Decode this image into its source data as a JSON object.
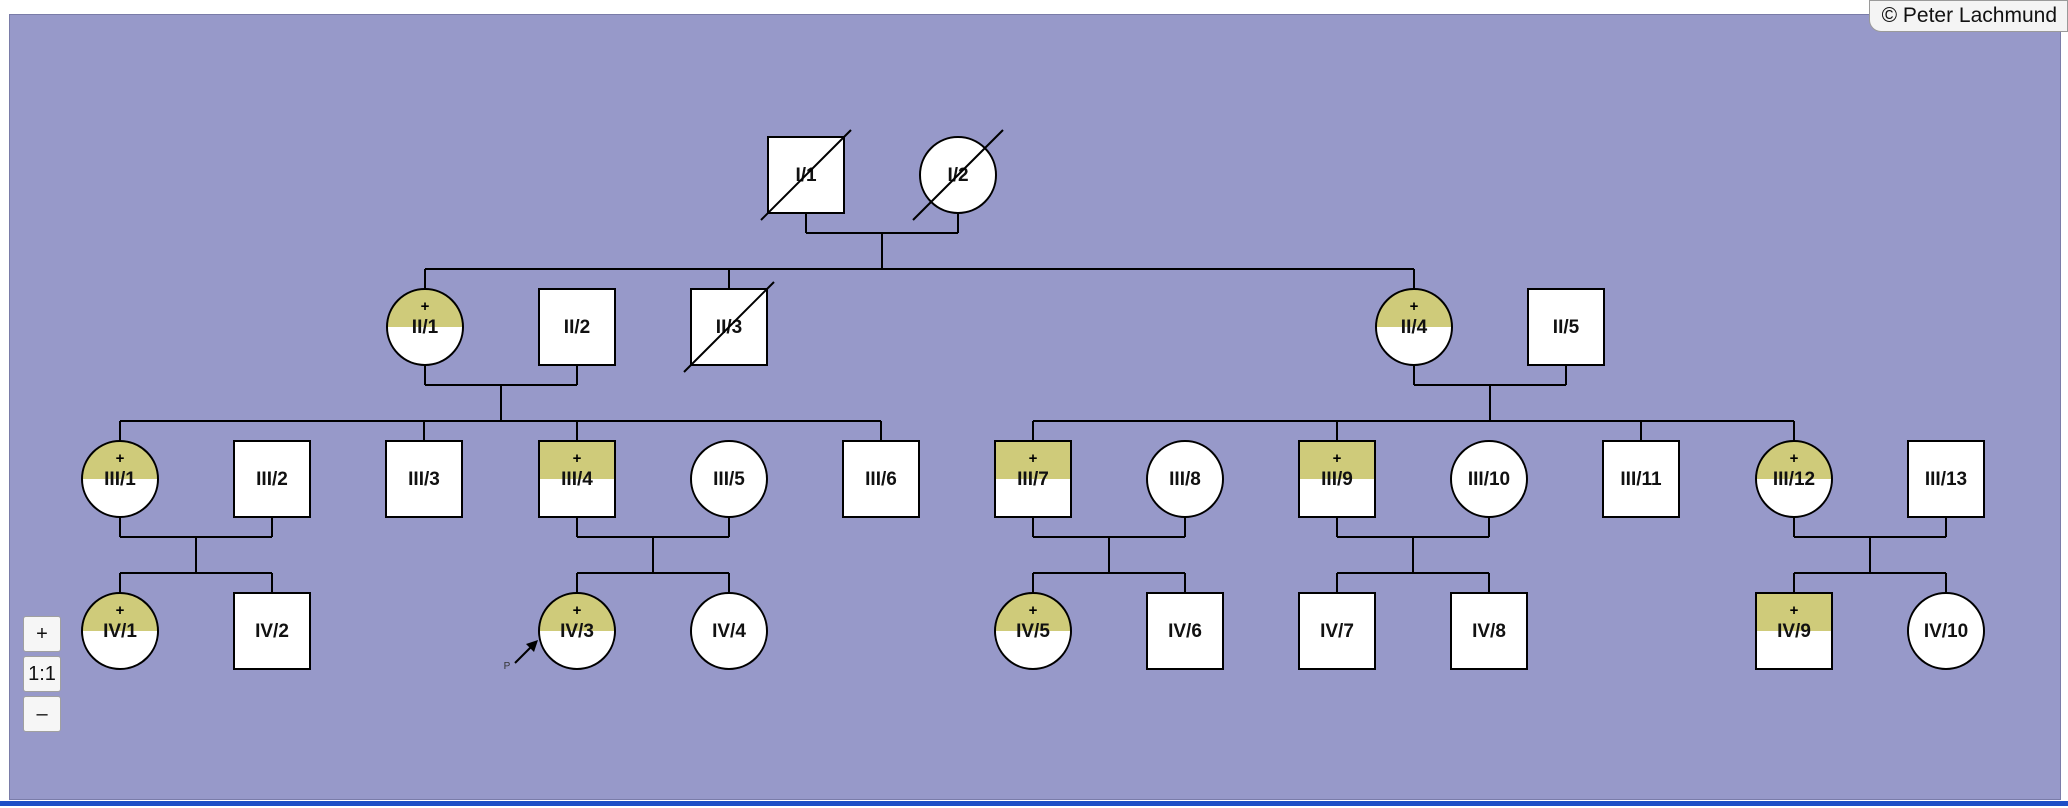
{
  "copyright": "© Peter Lachmund",
  "zoom": {
    "plus": "+",
    "reset": "1:1",
    "minus": "–"
  },
  "proband_marker": "P",
  "affected_marker": "+",
  "colors": {
    "background": "#9799c9",
    "affected": "#cfcb7a",
    "symbol_fill": "#ffffff",
    "line": "#000000"
  },
  "individuals": [
    {
      "id": "I/1",
      "sex": "male",
      "deceased": true,
      "affected": false
    },
    {
      "id": "I/2",
      "sex": "female",
      "deceased": true,
      "affected": false
    },
    {
      "id": "II/1",
      "sex": "female",
      "deceased": false,
      "affected": true
    },
    {
      "id": "II/2",
      "sex": "male",
      "deceased": false,
      "affected": false
    },
    {
      "id": "II/3",
      "sex": "male",
      "deceased": true,
      "affected": false
    },
    {
      "id": "II/4",
      "sex": "female",
      "deceased": false,
      "affected": true
    },
    {
      "id": "II/5",
      "sex": "male",
      "deceased": false,
      "affected": false
    },
    {
      "id": "III/1",
      "sex": "female",
      "deceased": false,
      "affected": true
    },
    {
      "id": "III/2",
      "sex": "male",
      "deceased": false,
      "affected": false
    },
    {
      "id": "III/3",
      "sex": "male",
      "deceased": false,
      "affected": false
    },
    {
      "id": "III/4",
      "sex": "male",
      "deceased": false,
      "affected": true
    },
    {
      "id": "III/5",
      "sex": "female",
      "deceased": false,
      "affected": false
    },
    {
      "id": "III/6",
      "sex": "male",
      "deceased": false,
      "affected": false
    },
    {
      "id": "III/7",
      "sex": "male",
      "deceased": false,
      "affected": true
    },
    {
      "id": "III/8",
      "sex": "female",
      "deceased": false,
      "affected": false
    },
    {
      "id": "III/9",
      "sex": "male",
      "deceased": false,
      "affected": true
    },
    {
      "id": "III/10",
      "sex": "female",
      "deceased": false,
      "affected": false
    },
    {
      "id": "III/11",
      "sex": "male",
      "deceased": false,
      "affected": false
    },
    {
      "id": "III/12",
      "sex": "female",
      "deceased": false,
      "affected": true
    },
    {
      "id": "III/13",
      "sex": "male",
      "deceased": false,
      "affected": false
    },
    {
      "id": "IV/1",
      "sex": "female",
      "deceased": false,
      "affected": true
    },
    {
      "id": "IV/2",
      "sex": "male",
      "deceased": false,
      "affected": false
    },
    {
      "id": "IV/3",
      "sex": "female",
      "deceased": false,
      "affected": true,
      "proband": true
    },
    {
      "id": "IV/4",
      "sex": "female",
      "deceased": false,
      "affected": false
    },
    {
      "id": "IV/5",
      "sex": "female",
      "deceased": false,
      "affected": true
    },
    {
      "id": "IV/6",
      "sex": "male",
      "deceased": false,
      "affected": false
    },
    {
      "id": "IV/7",
      "sex": "male",
      "deceased": false,
      "affected": false
    },
    {
      "id": "IV/8",
      "sex": "male",
      "deceased": false,
      "affected": false
    },
    {
      "id": "IV/9",
      "sex": "male",
      "deceased": false,
      "affected": true
    },
    {
      "id": "IV/10",
      "sex": "female",
      "deceased": false,
      "affected": false
    }
  ],
  "families": [
    {
      "parents": [
        "I/1",
        "I/2"
      ],
      "children": [
        "II/1",
        "II/3",
        "II/4"
      ]
    },
    {
      "parents": [
        "II/1",
        "II/2"
      ],
      "children": [
        "III/1",
        "III/3",
        "III/4",
        "III/6"
      ]
    },
    {
      "parents": [
        "II/4",
        "II/5"
      ],
      "children": [
        "III/7",
        "III/9",
        "III/11",
        "III/12"
      ]
    },
    {
      "parents": [
        "III/1",
        "III/2"
      ],
      "children": [
        "IV/1",
        "IV/2"
      ]
    },
    {
      "parents": [
        "III/4",
        "III/5"
      ],
      "children": [
        "IV/3",
        "IV/4"
      ]
    },
    {
      "parents": [
        "III/7",
        "III/8"
      ],
      "children": [
        "IV/5",
        "IV/6"
      ]
    },
    {
      "parents": [
        "III/9",
        "III/10"
      ],
      "children": [
        "IV/7",
        "IV/8"
      ]
    },
    {
      "parents": [
        "III/12",
        "III/13"
      ],
      "children": [
        "IV/9",
        "IV/10"
      ]
    }
  ]
}
